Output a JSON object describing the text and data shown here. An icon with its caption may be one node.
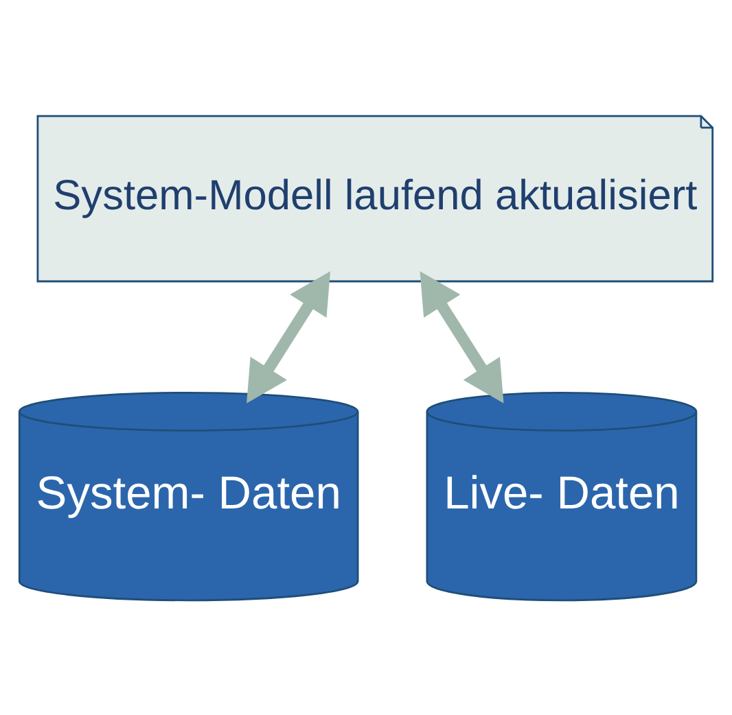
{
  "diagram": {
    "nodes": [
      {
        "text": [
          "System-Modell laufend aktualisiert"
        ]
      },
      {
        "text": [
          "System- Daten"
        ]
      },
      {
        "text": [
          "Live- Daten"
        ]
      }
    ],
    "edges": [
      {
        "from": 1,
        "to": 0,
        "arrow": "both"
      },
      {
        "from": 2,
        "to": 0,
        "arrow": "both"
      }
    ]
  }
}
